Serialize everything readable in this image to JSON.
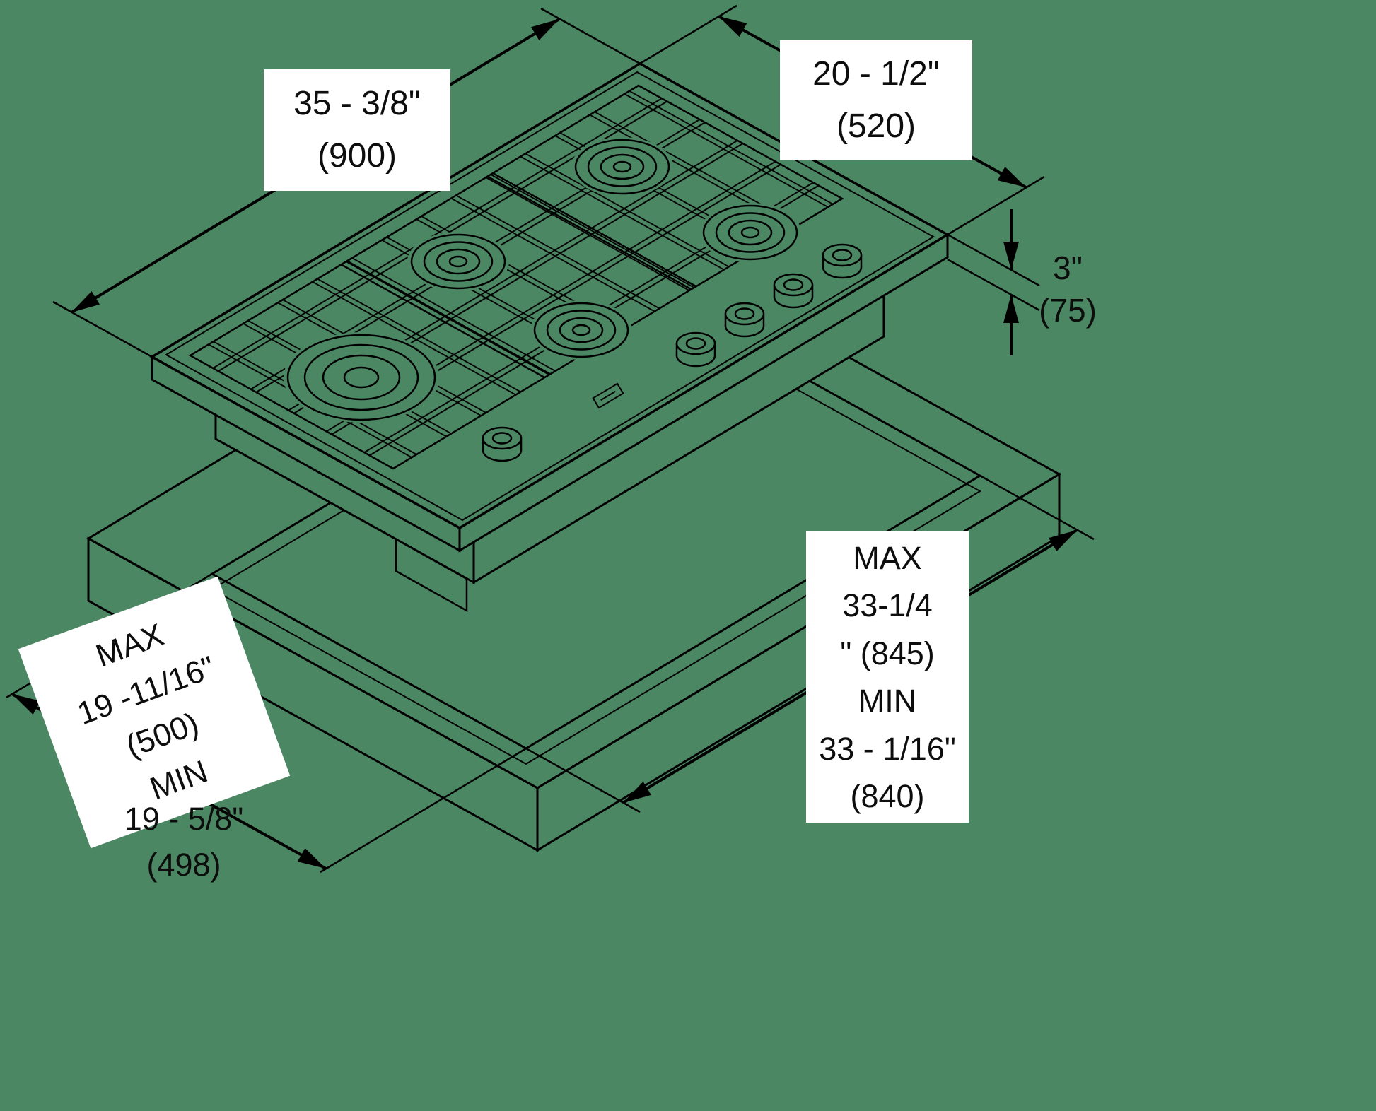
{
  "background_color": "#4c8763",
  "line_color": "#000000",
  "label_box_color": "#ffffff",
  "diagram": {
    "type": "installation-dimension-diagram",
    "subject": "5-burner gas cooktop floating above countertop cutout",
    "labels": {
      "cooktop_width": {
        "inches": "35 - 3/8\"",
        "mm": "(900)"
      },
      "cooktop_depth": {
        "inches": "20 - 1/2\"",
        "mm": "(520)"
      },
      "cooktop_height": {
        "inches": "3\"",
        "mm": "(75)"
      },
      "cutout_depth": {
        "max_label": "MAX",
        "max_inches": "19 -11/16\"",
        "max_mm": "(500)",
        "min_label": "MIN",
        "min_inches": "19 - 5/8\"",
        "min_mm": "(498)"
      },
      "cutout_width": {
        "max_label": "MAX",
        "max_inches": "33-1/4",
        "max_inches_cont": "\" (845)",
        "min_label": "MIN",
        "min_inches": "33 - 1/16\"",
        "min_mm": "(840)"
      }
    }
  }
}
